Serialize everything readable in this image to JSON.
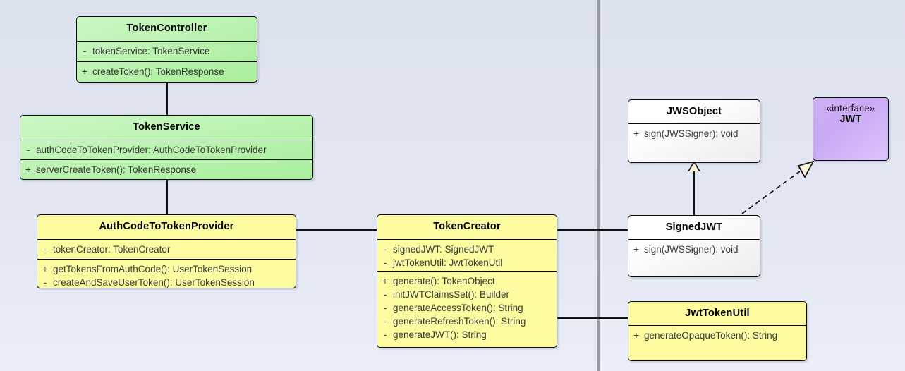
{
  "diagram": {
    "type": "uml-class-diagram",
    "background_color": "#dee2ef",
    "page_divider_color": "#9a9a9e"
  },
  "classes": [
    {
      "id": "token-controller",
      "name": "TokenController",
      "stereotype": "",
      "fill": "green",
      "attributes": [
        {
          "visibility": "-",
          "signature": "tokenService: TokenService"
        }
      ],
      "operations": [
        {
          "visibility": "+",
          "signature": "createToken(): TokenResponse"
        }
      ]
    },
    {
      "id": "token-service",
      "name": "TokenService",
      "stereotype": "",
      "fill": "green",
      "attributes": [
        {
          "visibility": "-",
          "signature": "authCodeToTokenProvider: AuthCodeToTokenProvider"
        }
      ],
      "operations": [
        {
          "visibility": "+",
          "signature": "serverCreateToken(): TokenResponse"
        }
      ]
    },
    {
      "id": "auth-code-to-token-provider",
      "name": "AuthCodeToTokenProvider",
      "stereotype": "",
      "fill": "yellow",
      "attributes": [
        {
          "visibility": "-",
          "signature": "tokenCreator: TokenCreator"
        }
      ],
      "operations": [
        {
          "visibility": "+",
          "signature": "getTokensFromAuthCode(): UserTokenSession"
        },
        {
          "visibility": "-",
          "signature": "createAndSaveUserToken(): UserTokenSession"
        }
      ]
    },
    {
      "id": "token-creator",
      "name": "TokenCreator",
      "stereotype": "",
      "fill": "yellow",
      "attributes": [
        {
          "visibility": "-",
          "signature": "signedJWT: SignedJWT"
        },
        {
          "visibility": "-",
          "signature": "jwtTokenUtil: JwtTokenUtil"
        }
      ],
      "operations": [
        {
          "visibility": "+",
          "signature": "generate(): TokenObject"
        },
        {
          "visibility": "-",
          "signature": "initJWTClaimsSet(): Builder"
        },
        {
          "visibility": "-",
          "signature": "generateAccessToken(): String"
        },
        {
          "visibility": "-",
          "signature": "generateRefreshToken(): String"
        },
        {
          "visibility": "-",
          "signature": "generateJWT(): String"
        }
      ]
    },
    {
      "id": "jws-object",
      "name": "JWSObject",
      "stereotype": "",
      "fill": "white",
      "attributes": [],
      "operations": [
        {
          "visibility": "+",
          "signature": "sign(JWSSigner): void"
        }
      ]
    },
    {
      "id": "jwt-interface",
      "name": "JWT",
      "stereotype": "«interface»",
      "fill": "purple",
      "attributes": [],
      "operations": []
    },
    {
      "id": "signed-jwt",
      "name": "SignedJWT",
      "stereotype": "",
      "fill": "white",
      "attributes": [],
      "operations": [
        {
          "visibility": "+",
          "signature": "sign(JWSSigner): void"
        }
      ]
    },
    {
      "id": "jwt-token-util",
      "name": "JwtTokenUtil",
      "stereotype": "",
      "fill": "yellow",
      "attributes": [],
      "operations": [
        {
          "visibility": "+",
          "signature": "generateOpaqueToken(): String"
        }
      ]
    }
  ],
  "relationships": [
    {
      "id": "rel-controller-service",
      "from": "TokenController",
      "to": "TokenService",
      "kind": "association"
    },
    {
      "id": "rel-service-provider",
      "from": "TokenService",
      "to": "AuthCodeToTokenProvider",
      "kind": "association"
    },
    {
      "id": "rel-provider-creator",
      "from": "AuthCodeToTokenProvider",
      "to": "TokenCreator",
      "kind": "association"
    },
    {
      "id": "rel-creator-signedjwt",
      "from": "TokenCreator",
      "to": "SignedJWT",
      "kind": "association"
    },
    {
      "id": "rel-creator-jwttokenutil",
      "from": "TokenCreator",
      "to": "JwtTokenUtil",
      "kind": "association"
    },
    {
      "id": "rel-signedjwt-jwsobject",
      "from": "SignedJWT",
      "to": "JWSObject",
      "kind": "generalization"
    },
    {
      "id": "rel-signedjwt-jwt",
      "from": "SignedJWT",
      "to": "JWT",
      "kind": "realization"
    }
  ]
}
